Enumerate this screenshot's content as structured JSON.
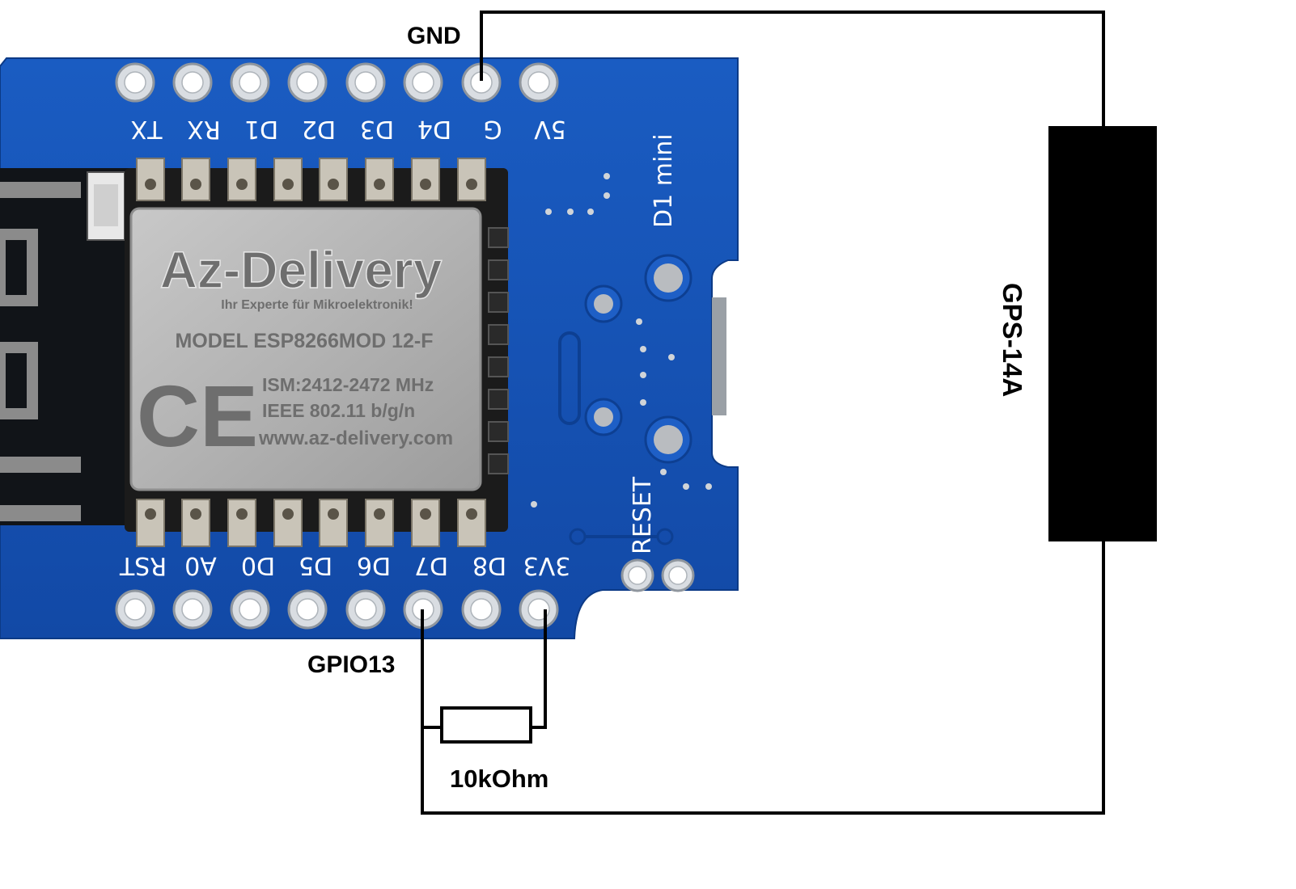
{
  "top_pins": [
    "TX",
    "RX",
    "D1",
    "D2",
    "D3",
    "D4",
    "G",
    "5V"
  ],
  "bottom_pins": [
    "RST",
    "A0",
    "D0",
    "D5",
    "D6",
    "D7",
    "D8",
    "3V3"
  ],
  "board_title": "D1 mini",
  "reset_label": "RESET",
  "module": {
    "brand": "Az-Delivery",
    "tagline": "Ihr Experte für Mikroelektronik!",
    "model": "MODEL ESP8266MOD 12-F",
    "ce_mark": "CE",
    "ism": "ISM:2412-2472 MHz",
    "ieee": "IEEE 802.11 b/g/n",
    "url": "www.az-delivery.com"
  },
  "annotations": {
    "gnd": "GND",
    "gpio": "GPIO13",
    "resistor": "10kOhm",
    "gps": "GPS-14A"
  },
  "colors": {
    "pcb": "#1553b6",
    "pcb_dark": "#0d3f92",
    "shield": "#bfbfbf",
    "wire": "#000000",
    "gps_module": "#000000"
  }
}
